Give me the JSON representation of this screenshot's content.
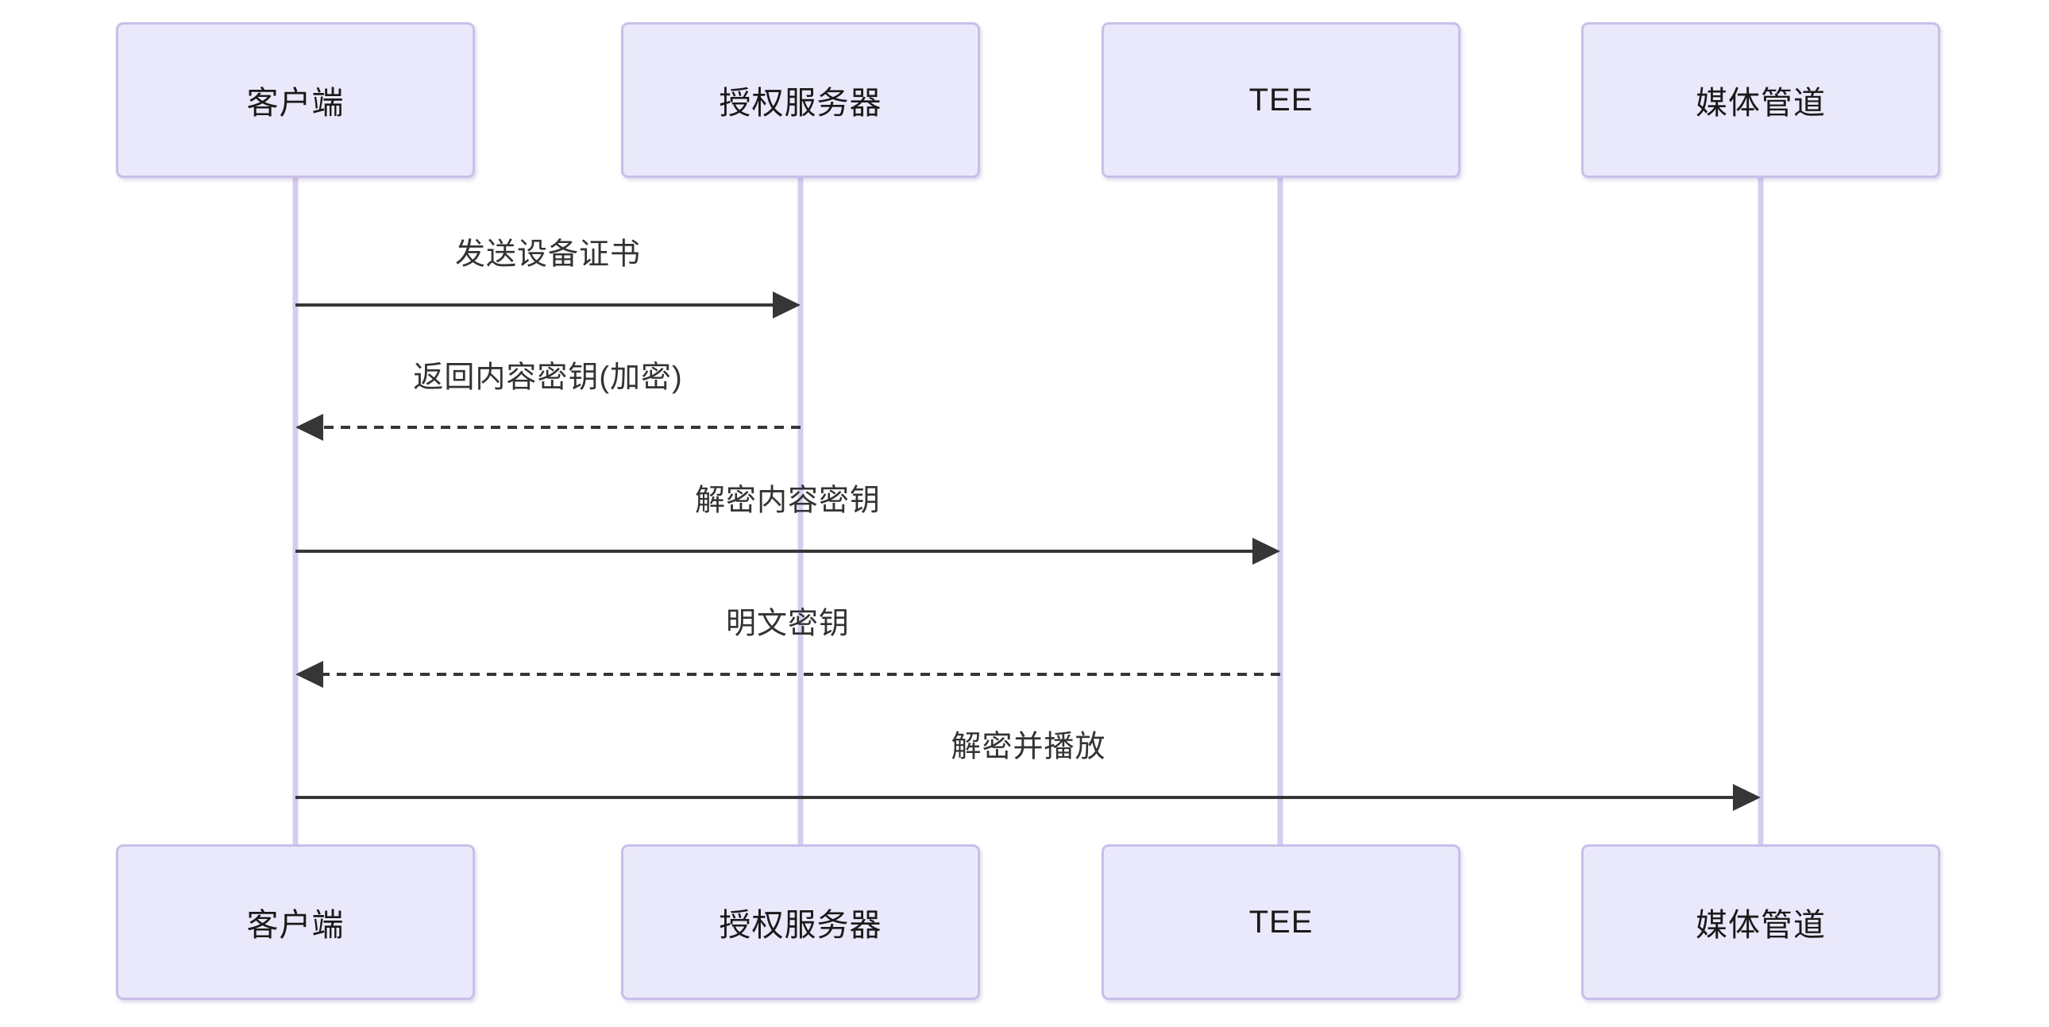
{
  "diagram": {
    "type": "sequence-diagram",
    "background": "#ffffff",
    "colors": {
      "actor_fill": "#eae9fb",
      "actor_border": "#c9bfe9",
      "lifeline": "#d6ccf0",
      "arrow": "#363636",
      "text": "#333333",
      "actor_text": "#1a1a1a"
    },
    "actors": [
      {
        "id": "client",
        "label": "客户端"
      },
      {
        "id": "auth-server",
        "label": "授权服务器"
      },
      {
        "id": "tee",
        "label": "TEE"
      },
      {
        "id": "media-pipeline",
        "label": "媒体管道"
      }
    ],
    "messages": [
      {
        "from": "客户端",
        "to": "授权服务器",
        "label": "发送设备证书",
        "style": "solid"
      },
      {
        "from": "授权服务器",
        "to": "客户端",
        "label": "返回内容密钥(加密)",
        "style": "dashed"
      },
      {
        "from": "客户端",
        "to": "TEE",
        "label": "解密内容密钥",
        "style": "solid"
      },
      {
        "from": "TEE",
        "to": "客户端",
        "label": "明文密钥",
        "style": "dashed"
      },
      {
        "from": "客户端",
        "to": "媒体管道",
        "label": "解密并播放",
        "style": "solid"
      }
    ]
  }
}
